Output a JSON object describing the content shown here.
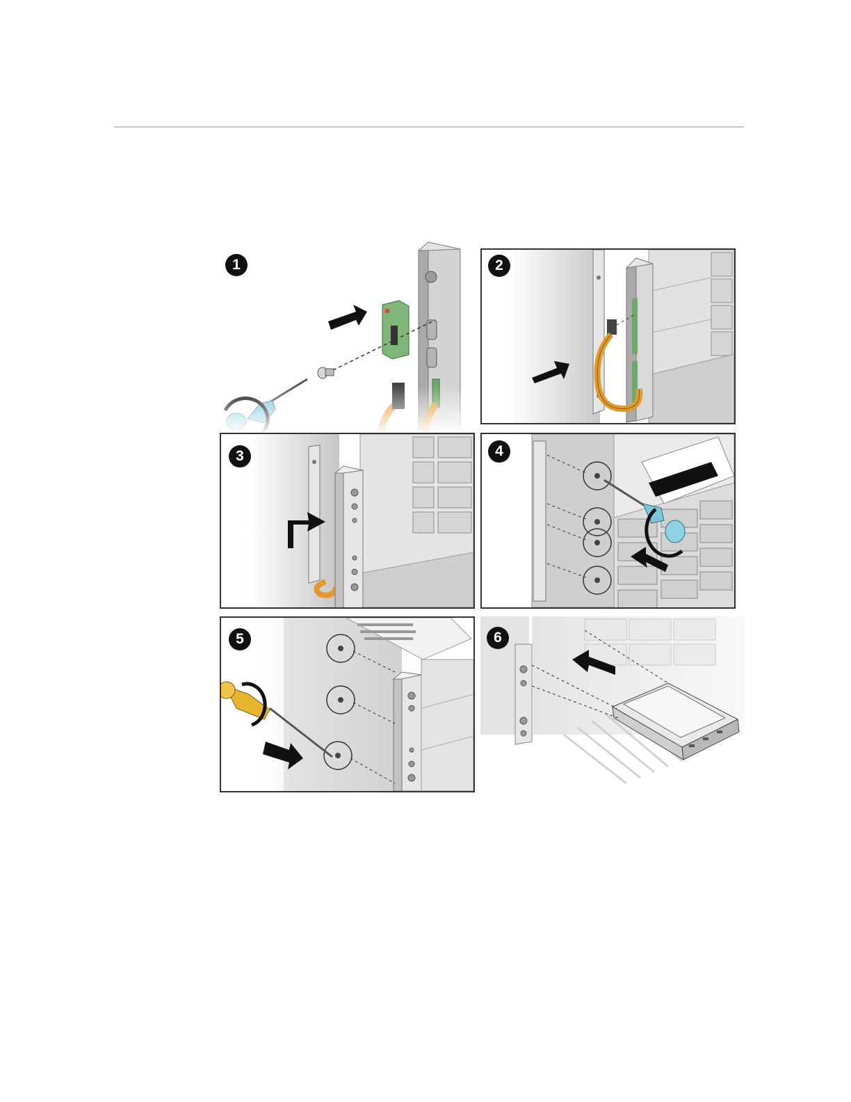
{
  "steps": [
    {
      "number": "1"
    },
    {
      "number": "2"
    },
    {
      "number": "3"
    },
    {
      "number": "4"
    },
    {
      "number": "5"
    },
    {
      "number": "6"
    }
  ],
  "colors": {
    "chassis": "#c9c9c9",
    "chassis_dark": "#8e8e8e",
    "cable": "#e39a2c",
    "board": "#6ea86a",
    "screwdriver_blue": "#7cc6dc",
    "screwdriver_yellow": "#e8b530",
    "arrow": "#111111",
    "frame": "#333333"
  },
  "icons": [
    "screwdriver-icon",
    "rotate-icon",
    "push-arrow-icon",
    "screw-icon",
    "keyhole-icon"
  ]
}
